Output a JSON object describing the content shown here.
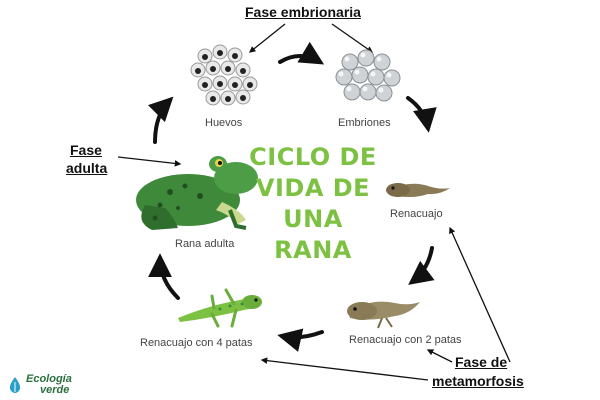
{
  "title_lines": [
    "CICLO DE",
    "VIDA DE",
    "UNA",
    "RANA"
  ],
  "stages": {
    "huevos": "Huevos",
    "embriones": "Embriones",
    "renacuajo": "Renacuajo",
    "renacuajo2": "Renacuajo con 2 patas",
    "renacuajo4": "Renacuajo con 4 patas",
    "rana_adulta": "Rana adulta"
  },
  "phases": {
    "embrionaria": "Fase embrionaria",
    "adulta_1": "Fase",
    "adulta_2": "adulta",
    "metamorfosis_1": "Fase de",
    "metamorfosis_2": "metamorfosis"
  },
  "brand": {
    "line1": "Ecología",
    "line2": "verde"
  },
  "colors": {
    "title": "#7cc142",
    "frog": "#3f8a3a",
    "tadpole": "#8a7a55",
    "arrow": "#111111"
  }
}
